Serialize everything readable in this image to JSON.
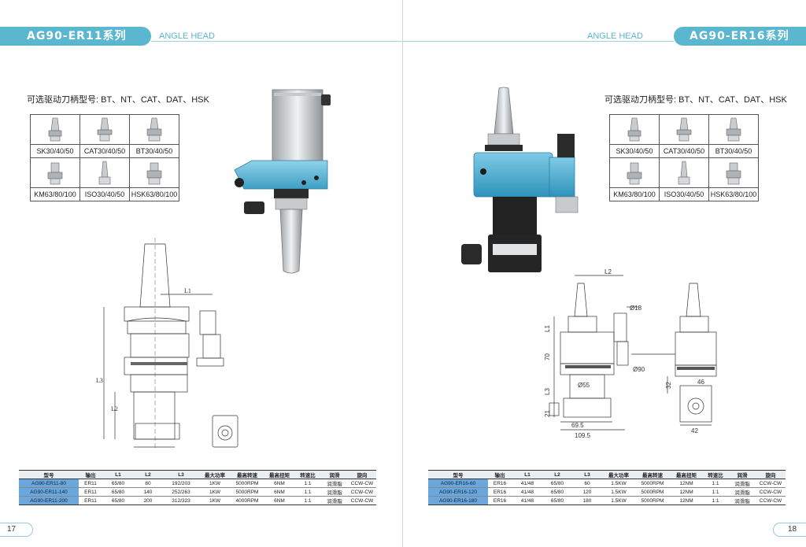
{
  "accent_color": "#5bb6cf",
  "model_highlight_color": "#6aa7dc",
  "left_page": {
    "series_title": "AG90-ER11系列",
    "subtitle": "ANGLE HEAD",
    "shank_caption": "可选驱动刀柄型号: BT、NT、CAT、DAT、HSK",
    "shank_types": [
      "SK30/40/50",
      "CAT30/40/50",
      "BT30/40/50",
      "KM63/80/100",
      "ISO30/40/50",
      "HSK63/80/100"
    ],
    "drawing_labels": {
      "l1": "L1",
      "l2": "L2",
      "l3": "L3"
    },
    "table": {
      "headers": [
        "型号",
        "输出",
        "L1",
        "L2",
        "L3",
        "最大功率",
        "最高转速",
        "最高扭矩",
        "转速比",
        "润滑",
        "旋向"
      ],
      "rows": [
        [
          "AG90-ER11-80",
          "ER11",
          "65/80",
          "80",
          "192/203",
          "1KW",
          "5000RPM",
          "6NM",
          "1:1",
          "润滑脂",
          "CCW-CW"
        ],
        [
          "AG90-ER11-140",
          "ER11",
          "65/80",
          "140",
          "252/263",
          "1KW",
          "5000RPM",
          "6NM",
          "1:1",
          "润滑脂",
          "CCW-CW"
        ],
        [
          "AG90-ER11-200",
          "ER11",
          "65/80",
          "200",
          "312/323",
          "1KW",
          "4000RPM",
          "6NM",
          "1:1",
          "润滑脂",
          "CCW-CW"
        ]
      ]
    },
    "page_number": "17"
  },
  "right_page": {
    "series_title": "AG90-ER16系列",
    "subtitle": "ANGLE HEAD",
    "shank_caption": "可选驱动刀柄型号: BT、NT、CAT、DAT、HSK",
    "shank_types": [
      "SK30/40/50",
      "CAT30/40/50",
      "BT30/40/50",
      "KM63/80/100",
      "ISO30/40/50",
      "HSK63/80/100"
    ],
    "drawing_labels": {
      "l2": "L2",
      "d18": "Ø18",
      "l1": "L1",
      "d70": "70",
      "d90": "Ø90",
      "d55": "Ø55",
      "l3": "L3",
      "d21": "21",
      "d695": "69.5",
      "d1095": "109.5",
      "d32": "32",
      "d46": "46",
      "d42": "42"
    },
    "table": {
      "headers": [
        "型号",
        "输出",
        "L1",
        "L2",
        "L3",
        "最大功率",
        "最高转速",
        "最高扭矩",
        "转速比",
        "润滑",
        "旋向"
      ],
      "rows": [
        [
          "AG90-ER16-60",
          "ER16",
          "41/48",
          "65/80",
          "60",
          "1.5KW",
          "5000RPM",
          "12NM",
          "1:1",
          "润滑脂",
          "CCW-CW"
        ],
        [
          "AG90-ER16-120",
          "ER16",
          "41/48",
          "65/80",
          "120",
          "1.5KW",
          "5000RPM",
          "12NM",
          "1:1",
          "润滑脂",
          "CCW-CW"
        ],
        [
          "AG90-ER16-180",
          "ER16",
          "41/48",
          "65/80",
          "180",
          "1.5KW",
          "5000RPM",
          "12NM",
          "1:1",
          "润滑脂",
          "CCW-CW"
        ]
      ]
    },
    "page_number": "18"
  }
}
